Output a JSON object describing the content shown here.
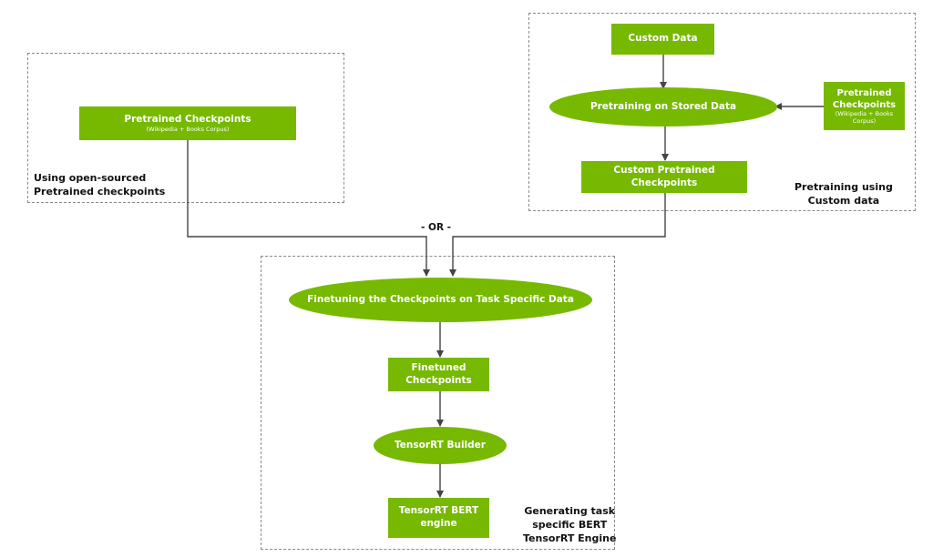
{
  "colors": {
    "node_fill": "#76b900",
    "node_text": "#ffffff",
    "edge": "#444444",
    "panel_border": "#8a8a8a"
  },
  "panels": {
    "left_caption": "Using open-sourced\nPretrained checkpoints",
    "right_caption": "Pretraining using\nCustom data",
    "bottom_caption": "Generating task\nspecific BERT\nTensorRT Engine"
  },
  "nodes": {
    "pretrained_left": {
      "label": "Pretrained Checkpoints",
      "sub": "(Wikipedia + Books Corpus)"
    },
    "custom_data": {
      "label": "Custom Data"
    },
    "pretraining_stored": {
      "label": "Pretraining on Stored Data"
    },
    "pretrained_right": {
      "label": "Pretrained\nCheckpoints",
      "sub": "(Wikipedia + Books\nCorpus)"
    },
    "custom_pretrained": {
      "label": "Custom Pretrained\nCheckpoints"
    },
    "finetuning": {
      "label": "Finetuning the Checkpoints on Task Specific Data"
    },
    "finetuned": {
      "label": "Finetuned\nCheckpoints"
    },
    "tensorrt_builder": {
      "label": "TensorRT Builder"
    },
    "tensorrt_engine": {
      "label": "TensorRT BERT\nengine"
    }
  },
  "or_label": "- OR -"
}
